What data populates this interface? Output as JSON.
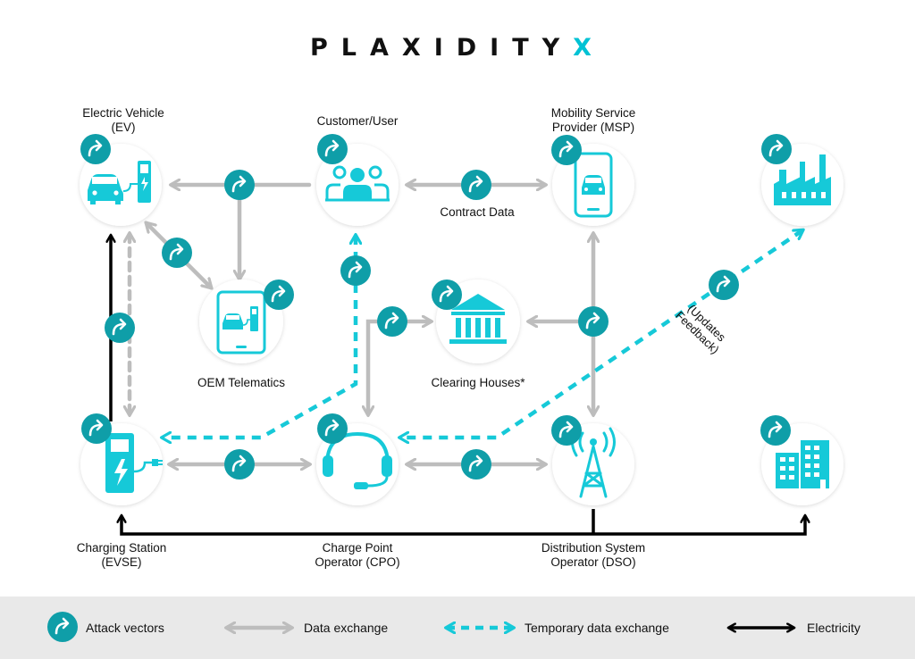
{
  "logo": {
    "main": "PLAXIDITY",
    "accent": "X"
  },
  "colors": {
    "teal": "#0f9ea8",
    "cyan": "#16c9d8",
    "gray_arrow": "#bdbdbd",
    "node_fill": "#ffffff",
    "legend_bg": "#e9e9e9",
    "electricity": "#000000"
  },
  "nodes": {
    "ev": {
      "label_line1": "Electric Vehicle",
      "label_line2": "(EV)",
      "icon": "car-charging-icon"
    },
    "customer": {
      "label_line1": "Customer/User",
      "icon": "users-icon"
    },
    "msp": {
      "label_line1": "Mobility Service",
      "label_line2": "Provider (MSP)",
      "icon": "phone-car-icon"
    },
    "factory": {
      "icon": "factory-icon"
    },
    "oem": {
      "label_line1": "OEM Telematics",
      "icon": "tablet-car-icon"
    },
    "clearing": {
      "label_line1": "Clearing Houses*",
      "icon": "bank-icon"
    },
    "evse": {
      "label_line1": "Charging Station",
      "label_line2": "(EVSE)",
      "icon": "charging-station-icon"
    },
    "cpo": {
      "label_line1": "Charge Point",
      "label_line2": "Operator (CPO)",
      "icon": "headset-icon"
    },
    "dso": {
      "label_line1": "Distribution System",
      "label_line2": "Operator (DSO)",
      "icon": "transmission-tower-icon"
    },
    "building": {
      "icon": "office-building-icon"
    }
  },
  "edge_labels": {
    "contract": "Contract Data",
    "updates_line1": "(Updates",
    "updates_line2": "Feedback)"
  },
  "legend": {
    "attack": "Attack vectors",
    "data": "Data exchange",
    "temp": "Temporary data exchange",
    "electricity": "Electricity"
  }
}
